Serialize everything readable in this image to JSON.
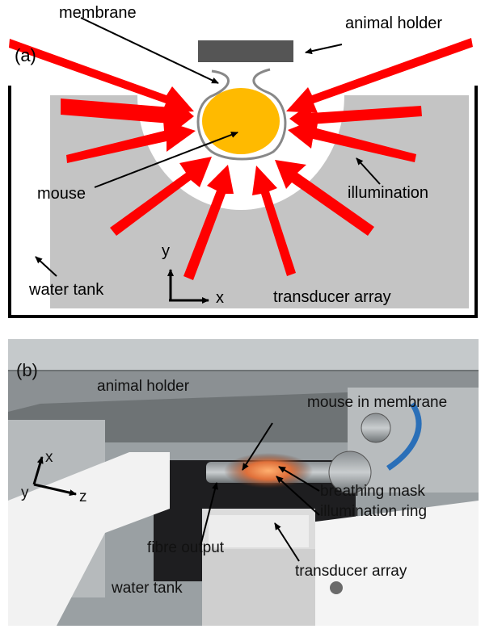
{
  "panel_a": {
    "tag": "(a)",
    "labels": {
      "membrane": "membrane",
      "animal_holder": "animal holder",
      "mouse": "mouse",
      "illumination": "illumination",
      "water_tank": "water tank",
      "transducer_array": "transducer array",
      "axis_x": "x",
      "axis_y": "y"
    },
    "colors": {
      "tank_water": "#c4c4c4",
      "illumination_zone": "#ffffff",
      "mouse": "#ffba00",
      "arrow": "#ff0000",
      "holder": "#555555",
      "tank_outline": "#000000"
    }
  },
  "panel_b": {
    "tag": "(b)",
    "labels": {
      "animal_holder": "animal holder",
      "mouse_in_membrane": "mouse in membrane",
      "breathing_mask": "breathing mask",
      "illumination_ring": "illumination ring",
      "fibre_output": "fibre output",
      "transducer_array": "transducer array",
      "water_tank": "water tank",
      "axis_x": "x",
      "axis_y": "y",
      "axis_z": "z"
    }
  }
}
